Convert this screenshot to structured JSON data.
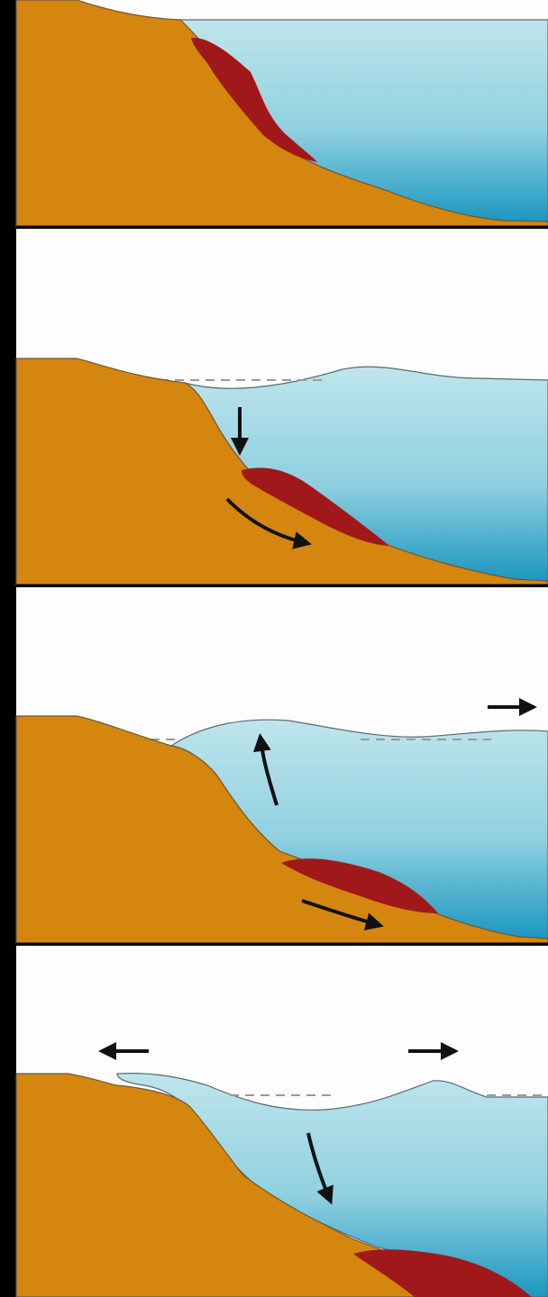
{
  "diagram": {
    "panels": [
      {
        "stage": 1,
        "arrows": []
      },
      {
        "stage": 2,
        "arrows": [
          "down-arrow",
          "slide-arrow"
        ]
      },
      {
        "stage": 3,
        "arrows": [
          "up-arrow",
          "slide-arrow",
          "right-wave-arrow"
        ]
      },
      {
        "stage": 4,
        "arrows": [
          "left-wave-arrow",
          "right-wave-arrow",
          "down-arrow"
        ]
      }
    ],
    "colors": {
      "land": "#d4860f",
      "landslide": "#a0181a",
      "water_top": "#bfe5ec",
      "water_bottom": "#1c97c0",
      "sky": "#fdfdfd",
      "outline": "#6a5a3a",
      "arrow": "#111111",
      "dashed_sea_level": "#9a9a9a"
    }
  }
}
